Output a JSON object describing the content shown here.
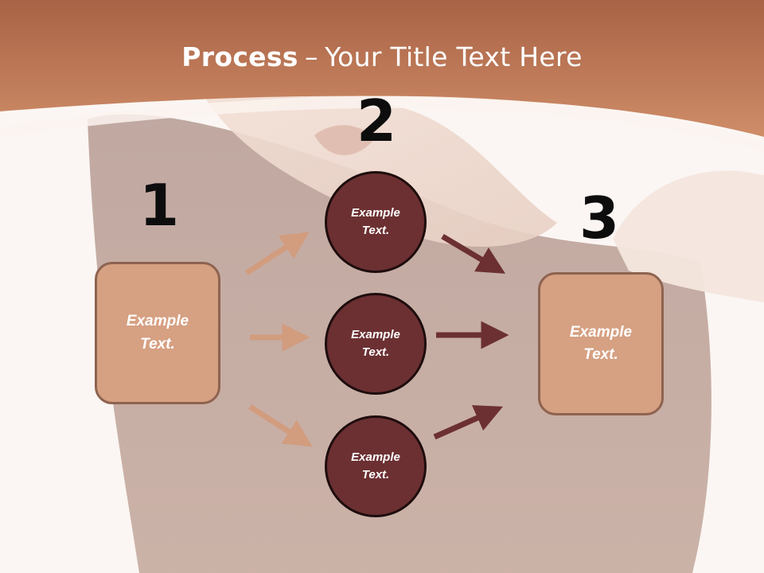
{
  "slide": {
    "title_bold": "Process",
    "title_separator": "–",
    "title_rest": "Your Title Text Here",
    "colors": {
      "header_band": "#c27e5a",
      "box_fill": "#d6a082",
      "box_border": "#8e6350",
      "circle_fill": "#6c3032",
      "arrow_light": "#d29c7e",
      "arrow_dark": "#6c3032"
    }
  },
  "steps": [
    {
      "number": "1",
      "text": "Example Text."
    },
    {
      "number": "2",
      "circles": [
        "Example Text.",
        "Example Text.",
        "Example Text."
      ]
    },
    {
      "number": "3",
      "text": "Example Text."
    }
  ]
}
